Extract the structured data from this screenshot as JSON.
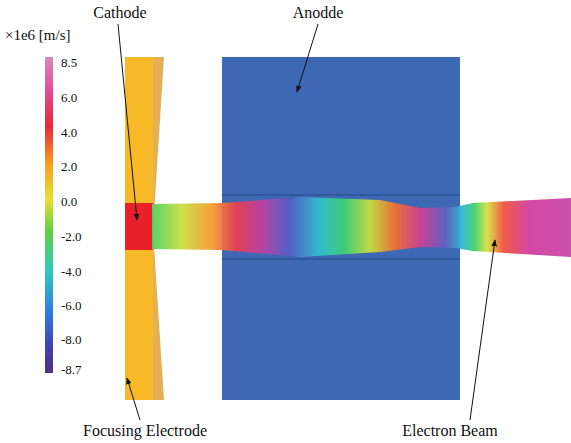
{
  "diagram": {
    "labels": [
      "×1e6 [m/s]",
      "8.5",
      "6.0",
      "4.0",
      "2.0",
      "0.0",
      "-2.0",
      "-4.0",
      "-6.0",
      "-8.0",
      "-8.7",
      "Cathode",
      "Anodde",
      "Focusing Electrode",
      "Electron Beam"
    ]
  }
}
